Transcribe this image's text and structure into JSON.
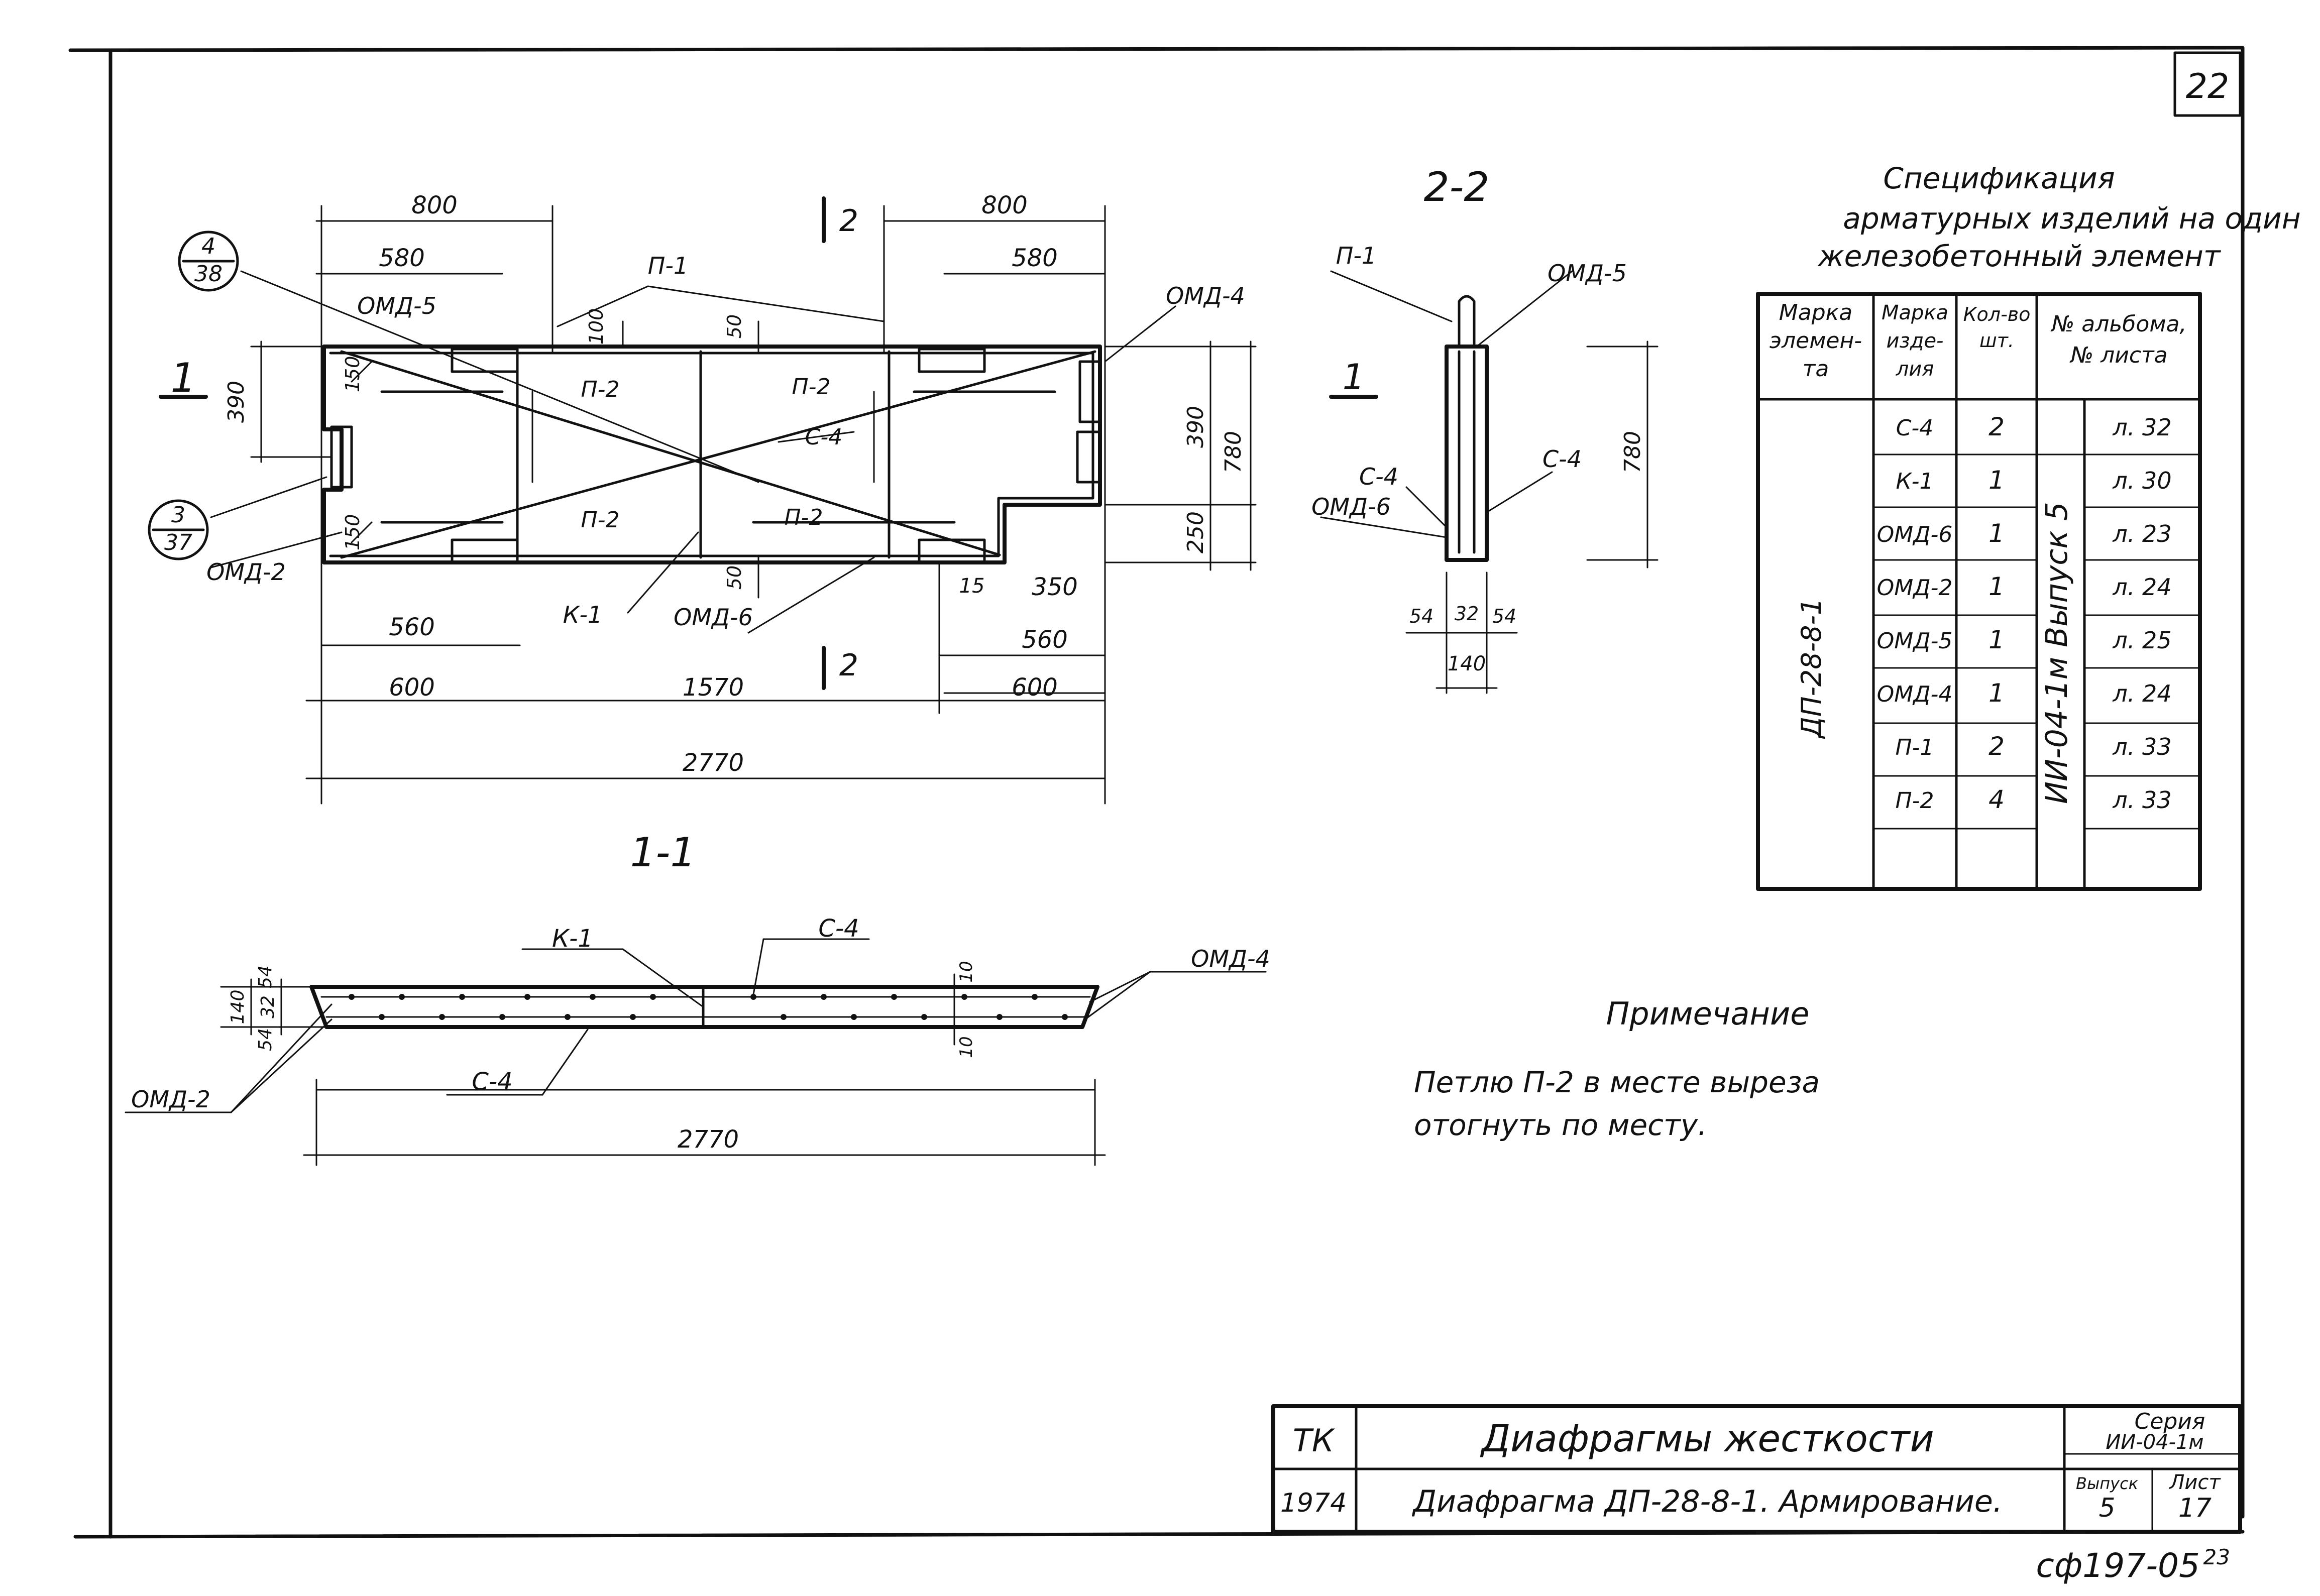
{
  "sheet_number": "22",
  "stamp": "сф197-05",
  "stamp_suffix": "23",
  "plan": {
    "dims_top": [
      "800",
      "580",
      "800",
      "580"
    ],
    "dims_vertical": [
      "100",
      "50",
      "150",
      "390",
      "150",
      "390",
      "780",
      "250",
      "50"
    ],
    "dims_bottom": [
      "560",
      "600",
      "1570",
      "600",
      "15",
      "350",
      "560",
      "2770"
    ],
    "labels": {
      "p1": "П-1",
      "omd5": "ОМД-5",
      "omd4": "ОМД-4",
      "p2a": "П-2",
      "p2b": "П-2",
      "p2c": "П-2",
      "p2d": "П-2",
      "c4": "С-4",
      "k1": "К-1",
      "omd6": "ОМД-6",
      "omd2": "ОМД-2"
    },
    "callout_a": {
      "num": "4",
      "den": "38"
    },
    "callout_b": {
      "num": "3",
      "den": "37"
    },
    "section_1": "1",
    "section_2": "2"
  },
  "section_22": {
    "title": "2-2",
    "labels": {
      "p1": "П-1",
      "omd5": "ОМД-5",
      "c4_left": "С-4",
      "omd6": "ОМД-6",
      "c4_right": "С-4",
      "section": "1"
    },
    "dims": [
      "780",
      "54",
      "32",
      "54",
      "140"
    ]
  },
  "section_11": {
    "title": "1-1",
    "labels": {
      "k1": "К-1",
      "c4_top": "С-4",
      "omd4": "ОМД-4",
      "c4_bottom": "С-4",
      "omd2": "ОМД-2"
    },
    "dims": [
      "54",
      "140",
      "32",
      "54",
      "10",
      "10",
      "2770"
    ]
  },
  "spec": {
    "title_lines": [
      "Спецификация",
      "арматурных изделий на один",
      "железобетонный элемент"
    ],
    "headers": [
      "Марка элемен-та",
      "Марка изде-лия",
      "Кол-во шт.",
      "№ альбома, № листа"
    ],
    "element_mark": "ДП-28-8-1",
    "album": "ИИ-04-1м  Выпуск 5",
    "rows": [
      {
        "item": "С-4",
        "qty": "2",
        "sheet": "л. 32"
      },
      {
        "item": "К-1",
        "qty": "1",
        "sheet": "л. 30"
      },
      {
        "item": "ОМД-6",
        "qty": "1",
        "sheet": "л. 23"
      },
      {
        "item": "ОМД-2",
        "qty": "1",
        "sheet": "л. 24"
      },
      {
        "item": "ОМД-5",
        "qty": "1",
        "sheet": "л. 25"
      },
      {
        "item": "ОМД-4",
        "qty": "1",
        "sheet": "л. 24"
      },
      {
        "item": "П-1",
        "qty": "2",
        "sheet": "л. 33"
      },
      {
        "item": "П-2",
        "qty": "4",
        "sheet": "л. 33"
      }
    ]
  },
  "note": {
    "title": "Примечание",
    "lines": [
      "Петлю П-2 в месте выреза",
      "отогнуть по месту."
    ]
  },
  "title_block": {
    "org": "ТК",
    "year": "1974",
    "title": "Диафрагмы жесткости",
    "subtitle": "Диафрагма ДП-28-8-1. Армирование.",
    "series_label": "Серия",
    "series": "ИИ-04-1м",
    "issue_label": "Выпуск",
    "issue": "5",
    "sheet_label": "Лист",
    "sheet": "17"
  }
}
